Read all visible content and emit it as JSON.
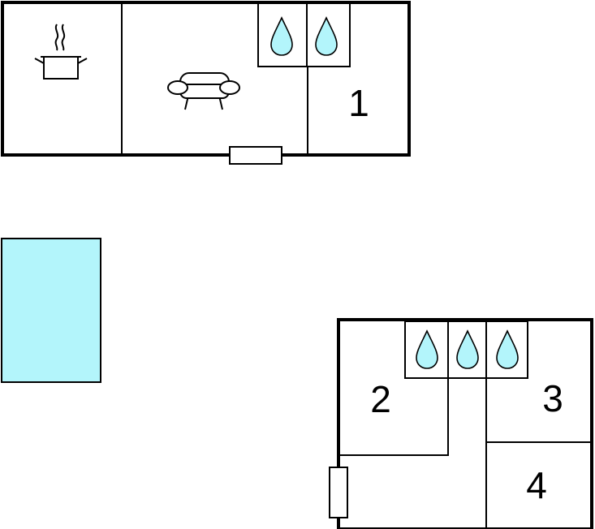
{
  "floorplan": {
    "rooms": [
      {
        "label": "1"
      },
      {
        "label": "2"
      },
      {
        "label": "3"
      },
      {
        "label": "4"
      }
    ],
    "icons": {
      "kitchen": "cooking-pot-icon",
      "living": "sofa-icon",
      "bathroom": "water-drop-icon",
      "pool": "pool-icon",
      "door": "door-icon"
    },
    "colors": {
      "wall": "#000000",
      "water": "#b3f5fb",
      "background": "#ffffff"
    }
  }
}
